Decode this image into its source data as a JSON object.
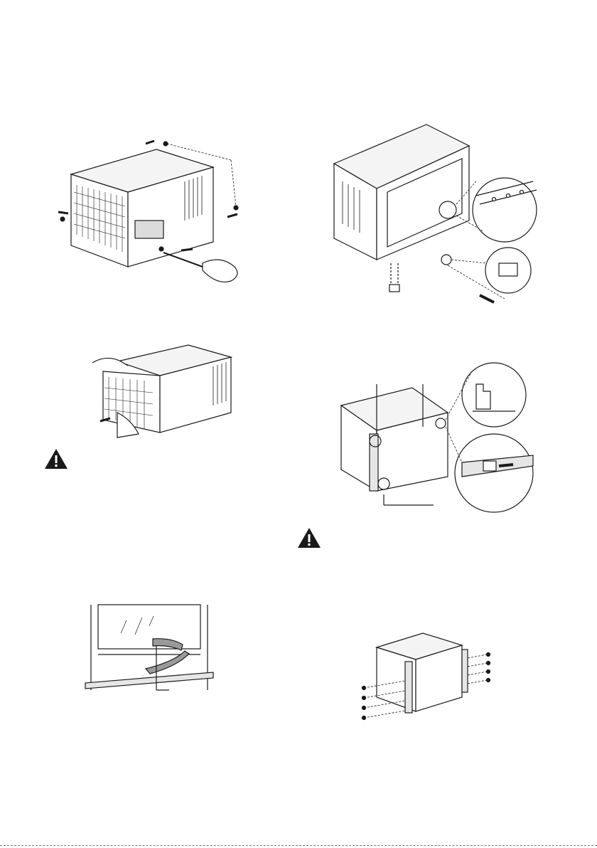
{
  "page": {
    "background": "#ffffff",
    "line_color": "#1a1a1a",
    "fill_light": "#e6e6e6",
    "fill_dark": "#9a9a9a"
  },
  "figures": [
    {
      "id": "remove-screws",
      "icon": "ac-unit-screwdriver"
    },
    {
      "id": "pull-chassis",
      "icon": "ac-unit-hands"
    },
    {
      "id": "window-seal",
      "icon": "window-foam-strip"
    },
    {
      "id": "cabinet-brackets",
      "icon": "ac-cabinet-detail"
    },
    {
      "id": "side-panels",
      "icon": "ac-cabinet-curtain"
    },
    {
      "id": "curtain-screws",
      "icon": "ac-cabinet-screws"
    }
  ],
  "warnings": [
    {
      "id": "warning-left",
      "icon": "warning-triangle-icon"
    },
    {
      "id": "warning-right",
      "icon": "warning-triangle-icon"
    }
  ]
}
